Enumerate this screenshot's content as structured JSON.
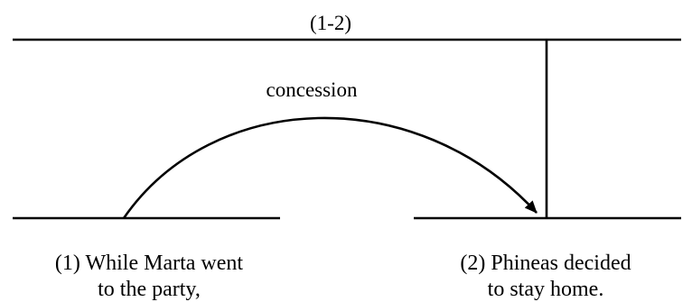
{
  "diagram": {
    "top_label": "(1-2)",
    "relation_label": "concession",
    "segment_1": {
      "line_1": "(1) While Marta went",
      "line_2": "to the party,"
    },
    "segment_2": {
      "line_1": "(2) Phineas decided",
      "line_2": "to stay home."
    },
    "colors": {
      "stroke": "#000000",
      "text": "#000000",
      "background": "#ffffff"
    }
  }
}
